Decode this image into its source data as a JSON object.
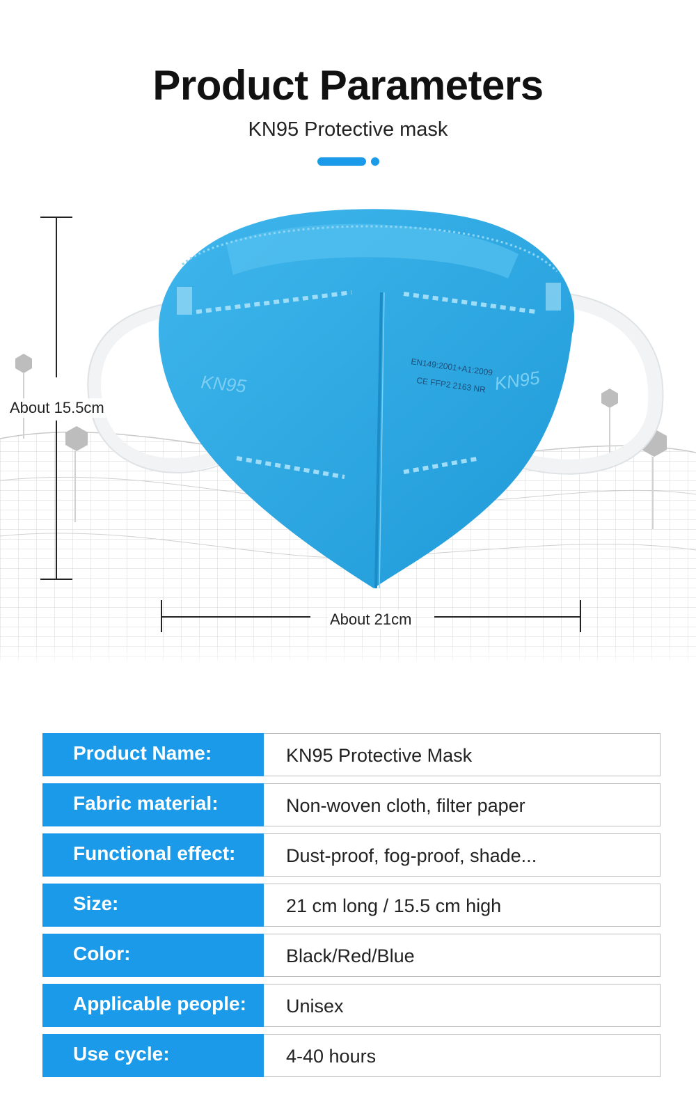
{
  "header": {
    "title": "Product Parameters",
    "subtitle": "KN95 Protective mask"
  },
  "colors": {
    "accent": "#1a9ae8",
    "mask": "#2aa6e0",
    "mask_light": "#44b8ec",
    "strap": "#f4f6f7"
  },
  "product": {
    "print_line_1": "EN149:2001+A1:2009",
    "print_line_2": "CE FFP2 2163 NR",
    "brand_left": "KN95",
    "brand_right": "KN95",
    "height_label": "About 15.5cm",
    "width_label": "About 21cm"
  },
  "parameters": [
    {
      "label": "Product Name:",
      "value": "KN95 Protective Mask"
    },
    {
      "label": "Fabric material:",
      "value": "Non-woven cloth, filter paper"
    },
    {
      "label": "Functional effect:",
      "value": "Dust-proof, fog-proof, shade..."
    },
    {
      "label": "Size:",
      "value": "21 cm long / 15.5 cm high"
    },
    {
      "label": "Color:",
      "value": "Black/Red/Blue"
    },
    {
      "label": "Applicable people:",
      "value": "Unisex"
    },
    {
      "label": "Use cycle:",
      "value": "4-40 hours"
    }
  ]
}
